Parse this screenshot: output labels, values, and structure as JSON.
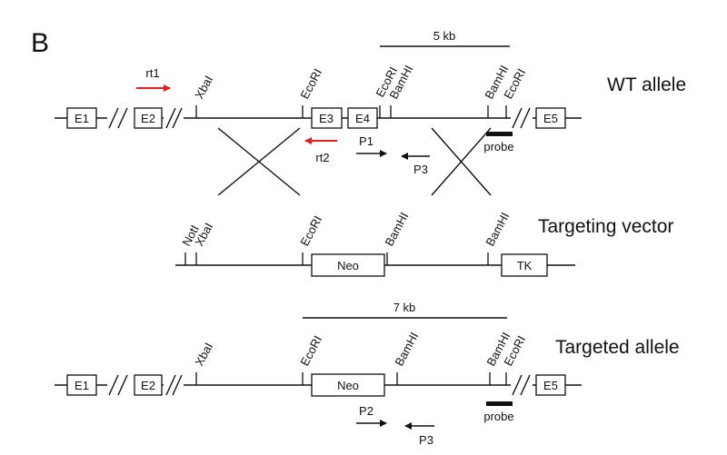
{
  "panel_label": "B",
  "colors": {
    "primer_red": "#e02020",
    "primer_black": "#111111"
  },
  "wt": {
    "title": "WT allele",
    "scale_label": "5 kb",
    "exons": [
      "E1",
      "E2",
      "E3",
      "E4",
      "E5"
    ],
    "sites": [
      "XbaI",
      "EcoRI",
      "EcoRI",
      "BamHI",
      "BamHI",
      "EcoRI"
    ],
    "primers": [
      "rt1",
      "rt2",
      "P1",
      "P3"
    ],
    "probe_label": "probe"
  },
  "vector": {
    "title": "Targeting vector",
    "sites": [
      "NotI",
      "XbaI",
      "EcoRI",
      "BamHI",
      "BamHI"
    ],
    "boxes": [
      "Neo",
      "TK"
    ]
  },
  "targeted": {
    "title": "Targeted allele",
    "scale_label": "7 kb",
    "exons": [
      "E1",
      "E2",
      "E5"
    ],
    "neo": "Neo",
    "sites": [
      "XbaI",
      "EcoRI",
      "BamHI",
      "BamHI",
      "EcoRI"
    ],
    "primers": [
      "P2",
      "P3"
    ],
    "probe_label": "probe"
  }
}
